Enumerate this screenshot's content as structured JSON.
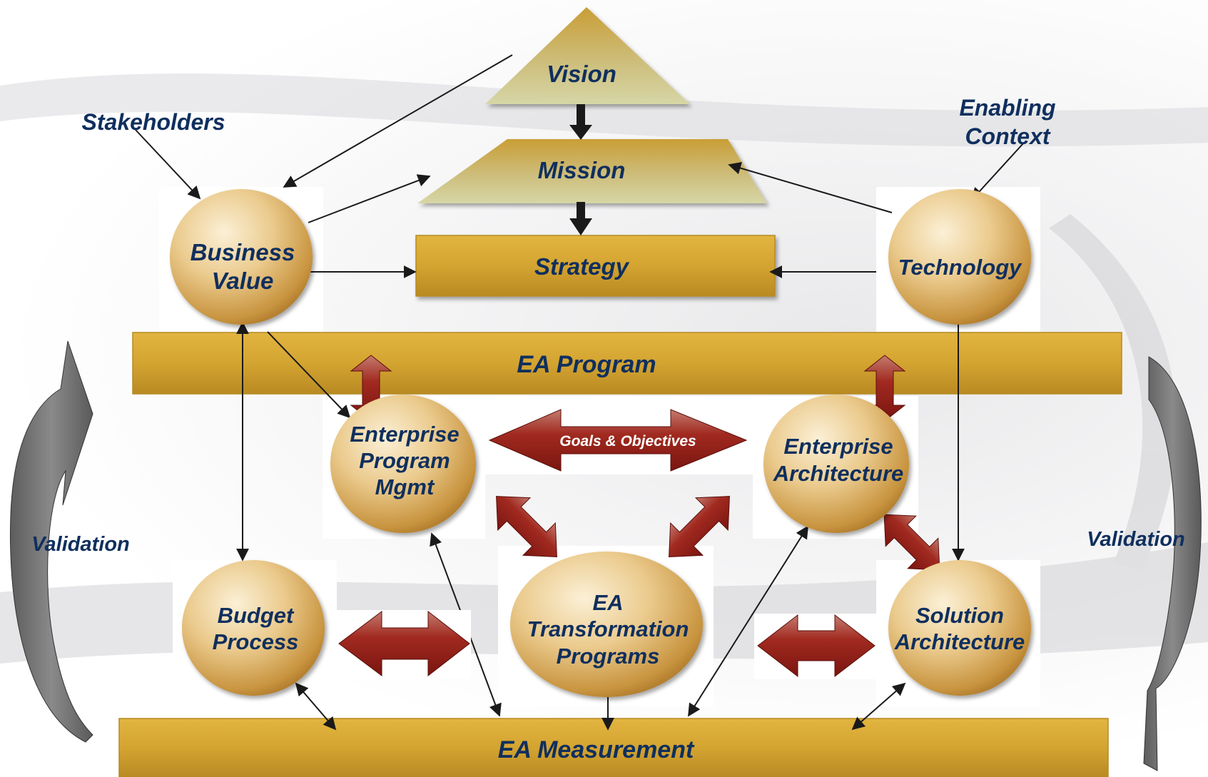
{
  "pyramid": {
    "vision": "Vision",
    "mission": "Mission",
    "strategy": "Strategy"
  },
  "annotations": {
    "stakeholders": "Stakeholders",
    "enabling_context_line1": "Enabling",
    "enabling_context_line2": "Context",
    "validation_left": "Validation",
    "validation_right": "Validation"
  },
  "bars": {
    "ea_program": "EA Program",
    "ea_measurement": "EA Measurement"
  },
  "circles": {
    "business_value": [
      "Business",
      "Value"
    ],
    "technology": [
      "Technology"
    ],
    "enterprise_program_mgmt": [
      "Enterprise",
      "Program",
      "Mgmt"
    ],
    "enterprise_architecture": [
      "Enterprise",
      "Architecture"
    ],
    "budget_process": [
      "Budget",
      "Process"
    ],
    "ea_transformation_programs": [
      "EA",
      "Transformation",
      "Programs"
    ],
    "solution_architecture": [
      "Solution",
      "Architecture"
    ]
  },
  "arrow_labels": {
    "goals_objectives": "Goals & Objectives"
  },
  "colors": {
    "text": "#0f2f5e",
    "bar_gold": "#d4a431",
    "pyramid_tan": "#c9b978",
    "circle_gold": "#d9ad5e",
    "red_arrow": "#8e1b16",
    "gray_arrow": "#6f6f6f"
  }
}
